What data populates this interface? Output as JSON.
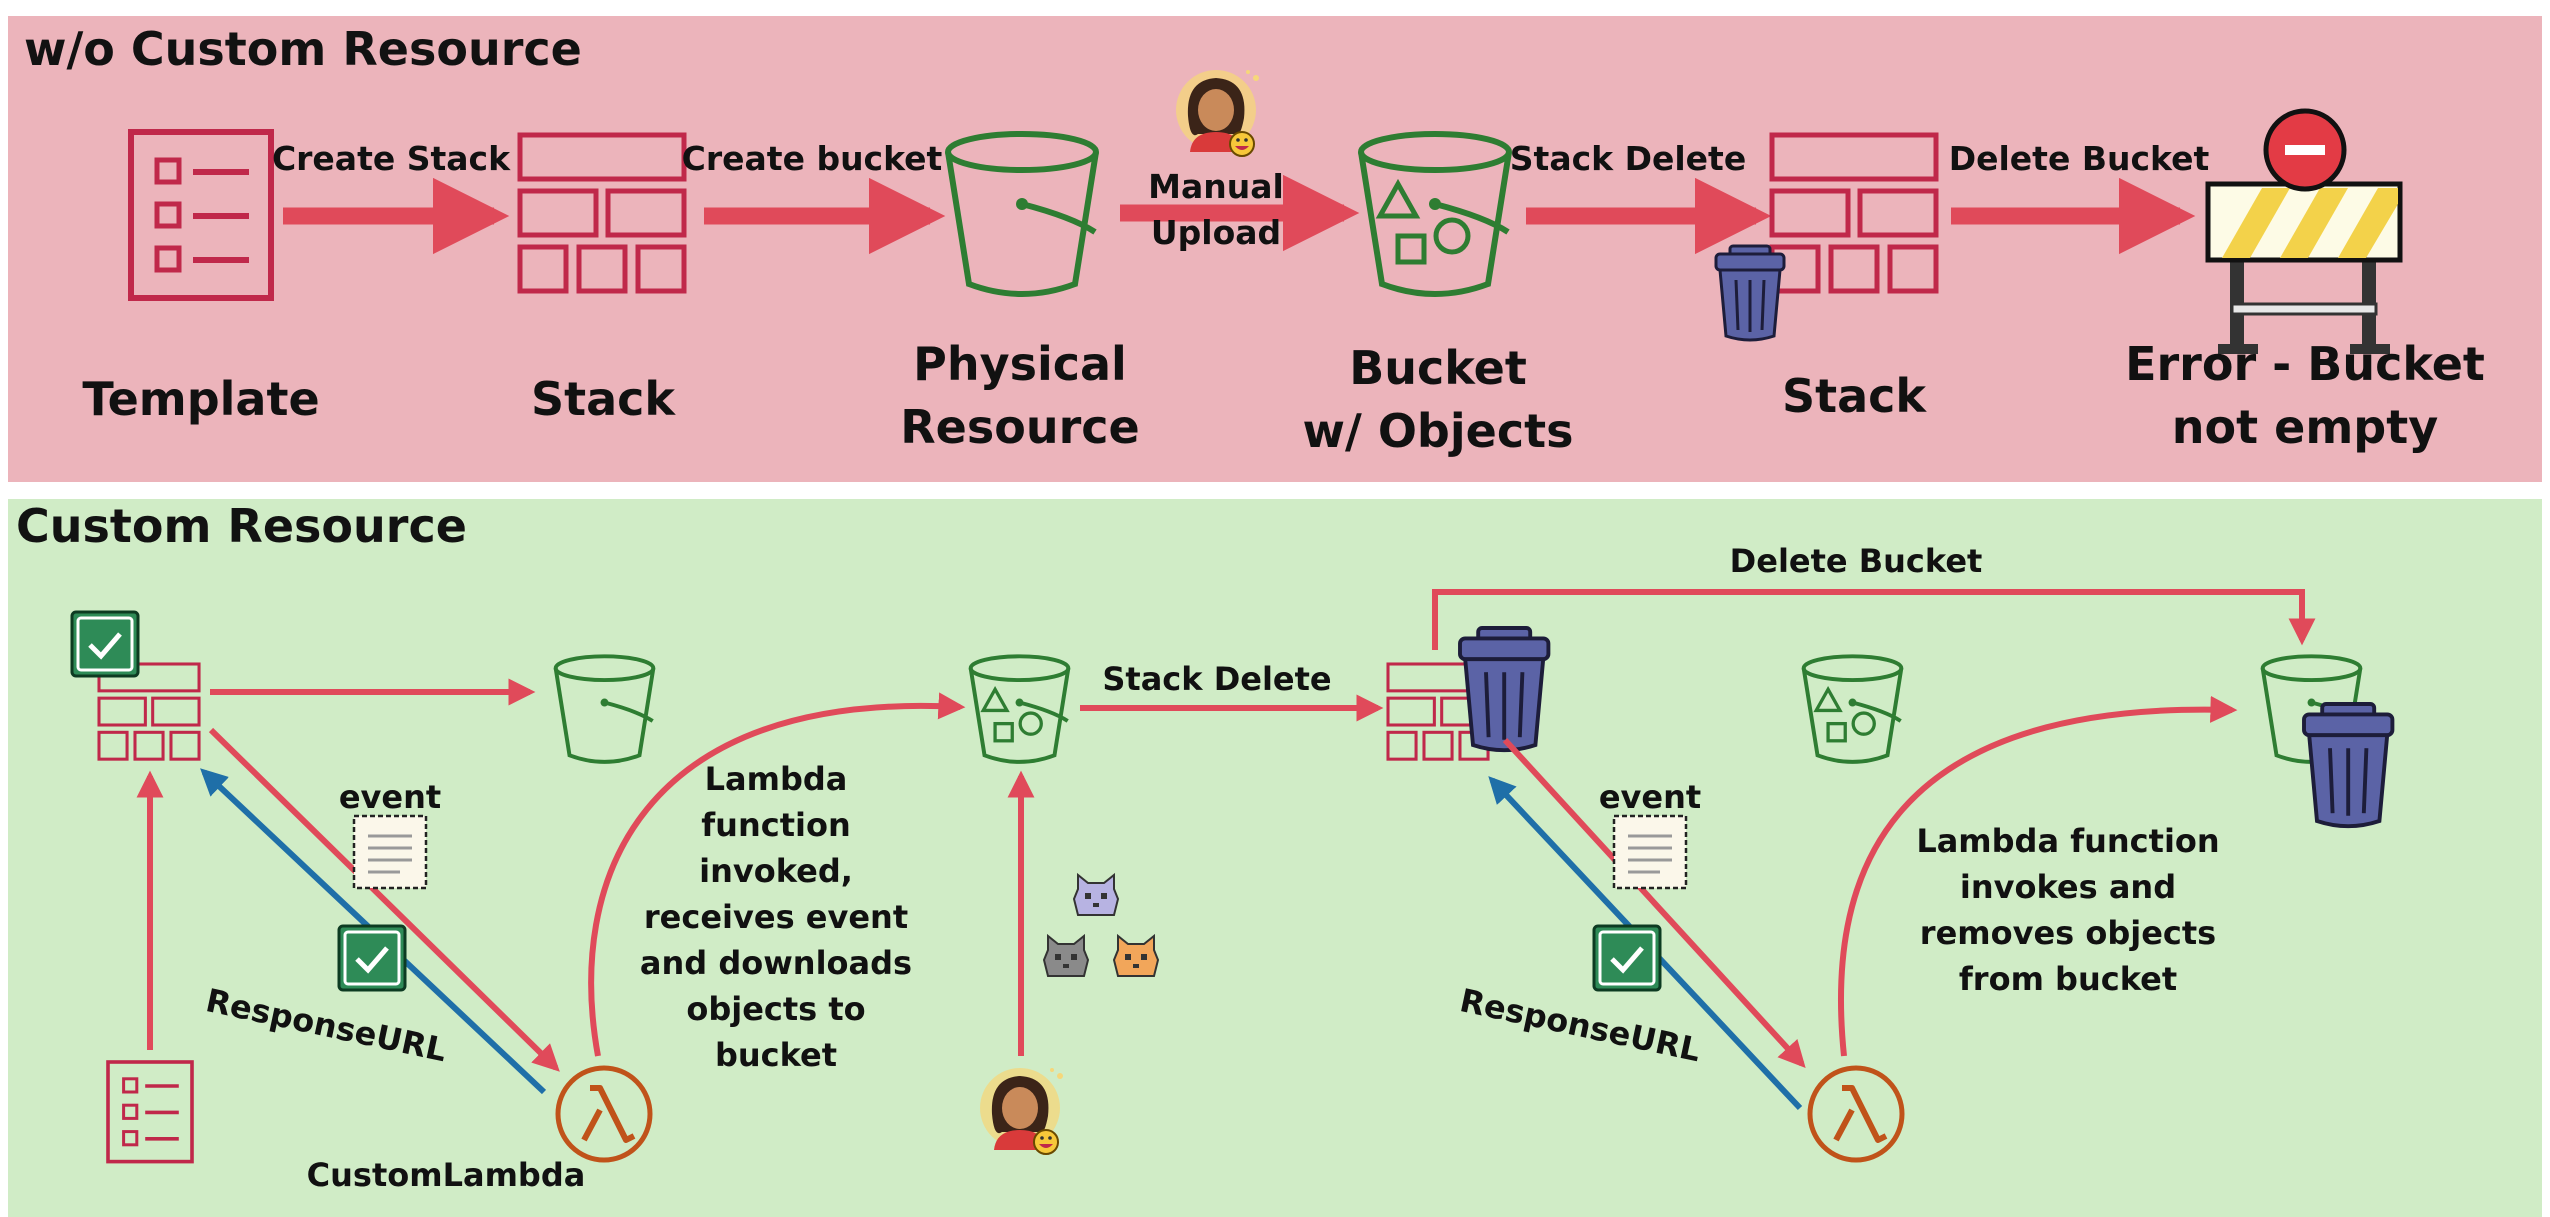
{
  "colors": {
    "top_bg": "#ecb4bb",
    "bottom_bg": "#d0ecc6",
    "stack_red": "#c0284a",
    "arrow_red": "#e04a5a",
    "arrow_blue": "#1f6fa8",
    "bucket_green": "#2e7d32",
    "lambda_orange": "#c0531a",
    "trash_purple": "#5b63a6",
    "check_green": "#2e8b57"
  },
  "top": {
    "title": "w/o Custom Resource",
    "nodes": {
      "template": "Template",
      "stack": "Stack",
      "physical_1": "Physical",
      "physical_2": "Resource",
      "bucket_objects_1": "Bucket",
      "bucket_objects_2": "w/ Objects",
      "stack2": "Stack",
      "error_1": "Error - Bucket",
      "error_2": "not empty"
    },
    "edges": {
      "create_stack": "Create Stack",
      "create_bucket": "Create bucket",
      "manual_1": "Manual",
      "manual_2": "Upload",
      "stack_delete": "Stack Delete",
      "delete_bucket": "Delete Bucket"
    },
    "icons": [
      "template-icon",
      "stack-icon",
      "bucket-icon",
      "person-icon",
      "bucket-with-objects-icon",
      "trash-icon",
      "barrier-icon",
      "no-entry-icon"
    ]
  },
  "bottom": {
    "title": "Custom Resource",
    "labels": {
      "event_left": "event",
      "response_url_left": "ResponseURL",
      "custom_lambda": "CustomLambda",
      "lambda_invoked": [
        "Lambda",
        "function",
        "invoked,",
        "receives event",
        "and downloads",
        "objects to",
        "bucket"
      ],
      "stack_delete": "Stack Delete",
      "delete_bucket": "Delete Bucket",
      "event_right": "event",
      "response_url_right": "ResponseURL",
      "lambda_removes": [
        "Lambda function",
        "invokes and",
        "removes objects",
        "from bucket"
      ]
    },
    "icons": [
      "check-icon",
      "stack-icon",
      "bucket-icon",
      "template-icon",
      "document-icon",
      "lambda-icon",
      "cat-icon",
      "person-icon",
      "trash-icon"
    ]
  }
}
